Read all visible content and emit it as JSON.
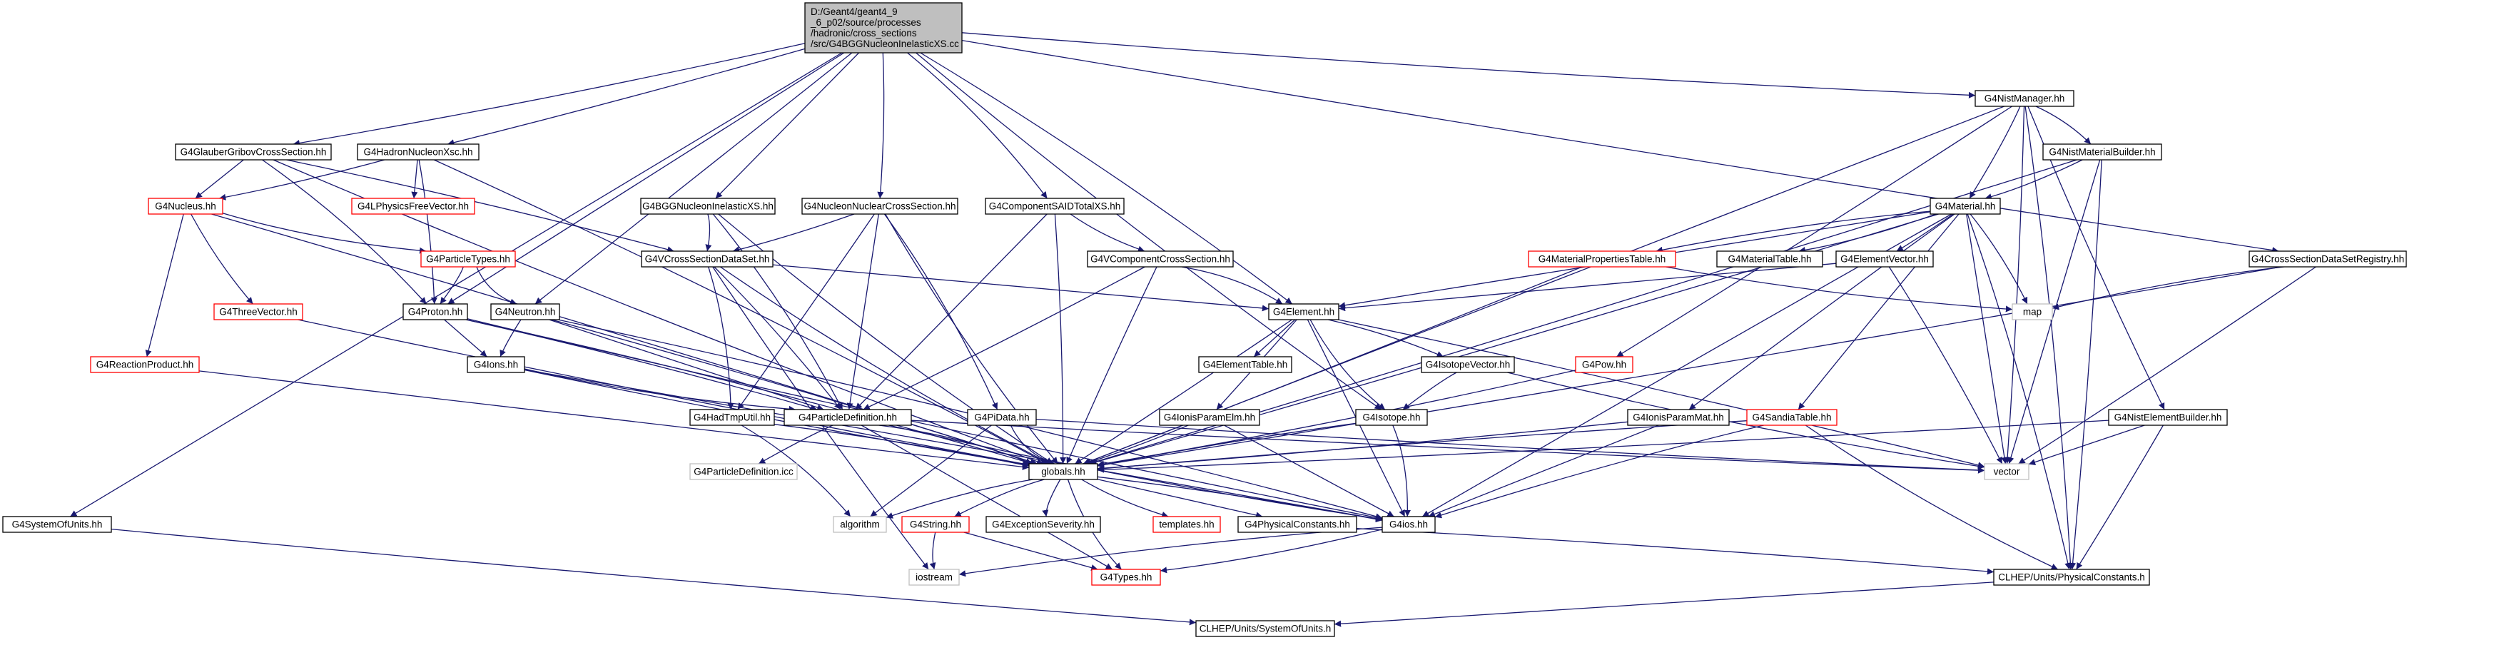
{
  "graph": {
    "colors": {
      "edge": "#191970",
      "root_fill": "#bfbfbf",
      "root_border": "#000000",
      "documented_border": "#000000",
      "undocumented_border": "#ff0000",
      "system_border": "#bfbfbf",
      "fill": "#ffffff"
    },
    "nodes": [
      {
        "id": "root",
        "lines": [
          "D:/Geant4/geant4_9",
          "_6_p02/source/processes",
          "/hadronic/cross_sections",
          "/src/G4BGGNucleonInelasticXS.cc"
        ],
        "kind": "root"
      },
      {
        "id": "glauber",
        "lines": [
          "G4GlauberGribovCrossSection.hh"
        ],
        "kind": "documented"
      },
      {
        "id": "hadxsc",
        "lines": [
          "G4HadronNucleonXsc.hh"
        ],
        "kind": "documented"
      },
      {
        "id": "bggh",
        "lines": [
          "G4BGGNucleonInelasticXS.hh"
        ],
        "kind": "documented"
      },
      {
        "id": "nncs",
        "lines": [
          "G4NucleonNuclearCrossSection.hh"
        ],
        "kind": "documented"
      },
      {
        "id": "compsai",
        "lines": [
          "G4ComponentSAIDTotalXS.hh"
        ],
        "kind": "documented"
      },
      {
        "id": "nistmgr",
        "lines": [
          "G4NistManager.hh"
        ],
        "kind": "documented"
      },
      {
        "id": "nistmatb",
        "lines": [
          "G4NistMaterialBuilder.hh"
        ],
        "kind": "documented"
      },
      {
        "id": "nucleus",
        "lines": [
          "G4Nucleus.hh"
        ],
        "kind": "undocumented"
      },
      {
        "id": "lpfv",
        "lines": [
          "G4LPhysicsFreeVector.hh"
        ],
        "kind": "undocumented"
      },
      {
        "id": "vcsds",
        "lines": [
          "G4VCrossSectionDataSet.hh"
        ],
        "kind": "documented"
      },
      {
        "id": "material",
        "lines": [
          "G4Material.hh"
        ],
        "kind": "documented"
      },
      {
        "id": "parttypes",
        "lines": [
          "G4ParticleTypes.hh"
        ],
        "kind": "undocumented"
      },
      {
        "id": "vcompcs",
        "lines": [
          "G4VComponentCrossSection.hh"
        ],
        "kind": "documented"
      },
      {
        "id": "matprop",
        "lines": [
          "G4MaterialPropertiesTable.hh"
        ],
        "kind": "undocumented"
      },
      {
        "id": "mattable",
        "lines": [
          "G4MaterialTable.hh"
        ],
        "kind": "documented"
      },
      {
        "id": "elemvec",
        "lines": [
          "G4ElementVector.hh"
        ],
        "kind": "documented"
      },
      {
        "id": "csdsreg",
        "lines": [
          "G4CrossSectionDataSetRegistry.hh"
        ],
        "kind": "documented"
      },
      {
        "id": "threevec",
        "lines": [
          "G4ThreeVector.hh"
        ],
        "kind": "undocumented"
      },
      {
        "id": "proton",
        "lines": [
          "G4Proton.hh"
        ],
        "kind": "documented"
      },
      {
        "id": "neutron",
        "lines": [
          "G4Neutron.hh"
        ],
        "kind": "documented"
      },
      {
        "id": "element",
        "lines": [
          "G4Element.hh"
        ],
        "kind": "documented"
      },
      {
        "id": "map",
        "lines": [
          "map"
        ],
        "kind": "system"
      },
      {
        "id": "reactprod",
        "lines": [
          "G4ReactionProduct.hh"
        ],
        "kind": "undocumented"
      },
      {
        "id": "elemtable",
        "lines": [
          "G4ElementTable.hh"
        ],
        "kind": "documented"
      },
      {
        "id": "isovec",
        "lines": [
          "G4IsotopeVector.hh"
        ],
        "kind": "documented"
      },
      {
        "id": "pow",
        "lines": [
          "G4Pow.hh"
        ],
        "kind": "undocumented"
      },
      {
        "id": "ions",
        "lines": [
          "G4Ions.hh"
        ],
        "kind": "documented"
      },
      {
        "id": "hadtmp",
        "lines": [
          "G4HadTmpUtil.hh"
        ],
        "kind": "documented"
      },
      {
        "id": "partdef",
        "lines": [
          "G4ParticleDefinition.hh"
        ],
        "kind": "documented"
      },
      {
        "id": "pidata",
        "lines": [
          "G4PiData.hh"
        ],
        "kind": "documented"
      },
      {
        "id": "ionispe",
        "lines": [
          "G4IonisParamElm.hh"
        ],
        "kind": "documented"
      },
      {
        "id": "isotope",
        "lines": [
          "G4Isotope.hh"
        ],
        "kind": "documented"
      },
      {
        "id": "ionispm",
        "lines": [
          "G4IonisParamMat.hh"
        ],
        "kind": "documented"
      },
      {
        "id": "sandia",
        "lines": [
          "G4SandiaTable.hh"
        ],
        "kind": "undocumented"
      },
      {
        "id": "nistelem",
        "lines": [
          "G4NistElementBuilder.hh"
        ],
        "kind": "documented"
      },
      {
        "id": "globals",
        "lines": [
          "globals.hh"
        ],
        "kind": "documented"
      },
      {
        "id": "vector",
        "lines": [
          "vector"
        ],
        "kind": "system"
      },
      {
        "id": "partdeficc",
        "lines": [
          "G4ParticleDefinition.icc"
        ],
        "kind": "system"
      },
      {
        "id": "sysunits",
        "lines": [
          "G4SystemOfUnits.hh"
        ],
        "kind": "documented"
      },
      {
        "id": "algorithm",
        "lines": [
          "algorithm"
        ],
        "kind": "system"
      },
      {
        "id": "g4string",
        "lines": [
          "G4String.hh"
        ],
        "kind": "undocumented"
      },
      {
        "id": "excsev",
        "lines": [
          "G4ExceptionSeverity.hh"
        ],
        "kind": "documented"
      },
      {
        "id": "templates",
        "lines": [
          "templates.hh"
        ],
        "kind": "undocumented"
      },
      {
        "id": "physconst",
        "lines": [
          "G4PhysicalConstants.hh"
        ],
        "kind": "documented"
      },
      {
        "id": "g4ios",
        "lines": [
          "G4ios.hh"
        ],
        "kind": "documented"
      },
      {
        "id": "iostream",
        "lines": [
          "iostream"
        ],
        "kind": "system"
      },
      {
        "id": "g4types",
        "lines": [
          "G4Types.hh"
        ],
        "kind": "undocumented"
      },
      {
        "id": "clhepphys",
        "lines": [
          "CLHEP/Units/PhysicalConstants.h"
        ],
        "kind": "documented"
      },
      {
        "id": "clhepsys",
        "lines": [
          "CLHEP/Units/SystemOfUnits.h"
        ],
        "kind": "documented"
      }
    ],
    "edges": [
      [
        "root",
        "glauber"
      ],
      [
        "root",
        "hadxsc"
      ],
      [
        "root",
        "bggh"
      ],
      [
        "root",
        "nncs"
      ],
      [
        "root",
        "compsai"
      ],
      [
        "root",
        "nistmgr"
      ],
      [
        "root",
        "csdsreg"
      ],
      [
        "root",
        "proton"
      ],
      [
        "root",
        "neutron"
      ],
      [
        "root",
        "element"
      ],
      [
        "root",
        "isotope"
      ],
      [
        "root",
        "sysunits"
      ],
      [
        "glauber",
        "nucleus"
      ],
      [
        "glauber",
        "vcsds"
      ],
      [
        "glauber",
        "proton"
      ],
      [
        "glauber",
        "globals"
      ],
      [
        "hadxsc",
        "nucleus"
      ],
      [
        "hadxsc",
        "lpfv"
      ],
      [
        "hadxsc",
        "proton"
      ],
      [
        "hadxsc",
        "globals"
      ],
      [
        "nucleus",
        "parttypes"
      ],
      [
        "nucleus",
        "threevec"
      ],
      [
        "nucleus",
        "reactprod"
      ],
      [
        "nucleus",
        "globals"
      ],
      [
        "parttypes",
        "proton"
      ],
      [
        "parttypes",
        "neutron"
      ],
      [
        "threevec",
        "globals"
      ],
      [
        "reactprod",
        "globals"
      ],
      [
        "bggh",
        "vcsds"
      ],
      [
        "bggh",
        "partdef"
      ],
      [
        "bggh",
        "globals"
      ],
      [
        "nncs",
        "vcsds"
      ],
      [
        "nncs",
        "partdef"
      ],
      [
        "nncs",
        "hadtmp"
      ],
      [
        "nncs",
        "pidata"
      ],
      [
        "nncs",
        "globals"
      ],
      [
        "compsai",
        "vcompcs"
      ],
      [
        "compsai",
        "partdef"
      ],
      [
        "compsai",
        "globals"
      ],
      [
        "vcompcs",
        "element"
      ],
      [
        "vcompcs",
        "partdef"
      ],
      [
        "vcompcs",
        "globals"
      ],
      [
        "vcsds",
        "element"
      ],
      [
        "vcsds",
        "partdef"
      ],
      [
        "vcsds",
        "hadtmp"
      ],
      [
        "vcsds",
        "globals"
      ],
      [
        "vcsds",
        "iostream"
      ],
      [
        "proton",
        "ions"
      ],
      [
        "proton",
        "partdef"
      ],
      [
        "proton",
        "globals"
      ],
      [
        "proton",
        "g4ios"
      ],
      [
        "neutron",
        "ions"
      ],
      [
        "neutron",
        "partdef"
      ],
      [
        "neutron",
        "globals"
      ],
      [
        "neutron",
        "g4ios"
      ],
      [
        "ions",
        "partdef"
      ],
      [
        "ions",
        "globals"
      ],
      [
        "ions",
        "g4ios"
      ],
      [
        "partdef",
        "partdeficc"
      ],
      [
        "partdef",
        "globals"
      ],
      [
        "partdef",
        "g4ios"
      ],
      [
        "partdef",
        "vector"
      ],
      [
        "partdef",
        "g4types"
      ],
      [
        "hadtmp",
        "globals"
      ],
      [
        "hadtmp",
        "algorithm"
      ],
      [
        "pidata",
        "globals"
      ],
      [
        "pidata",
        "vector"
      ],
      [
        "pidata",
        "algorithm"
      ],
      [
        "nistmgr",
        "nistmatb"
      ],
      [
        "nistmgr",
        "material"
      ],
      [
        "nistmgr",
        "pow"
      ],
      [
        "nistmgr",
        "nistelem"
      ],
      [
        "nistmgr",
        "globals"
      ],
      [
        "nistmgr",
        "vector"
      ],
      [
        "nistmgr",
        "clhepphys"
      ],
      [
        "nistmatb",
        "material"
      ],
      [
        "nistmatb",
        "globals"
      ],
      [
        "nistmatb",
        "vector"
      ],
      [
        "nistmatb",
        "clhepphys"
      ],
      [
        "material",
        "matprop"
      ],
      [
        "material",
        "mattable"
      ],
      [
        "material",
        "elemvec"
      ],
      [
        "material",
        "element"
      ],
      [
        "material",
        "map"
      ],
      [
        "material",
        "ionispm"
      ],
      [
        "material",
        "sandia"
      ],
      [
        "material",
        "globals"
      ],
      [
        "material",
        "vector"
      ],
      [
        "material",
        "g4ios"
      ],
      [
        "material",
        "clhepphys"
      ],
      [
        "matprop",
        "map"
      ],
      [
        "matprop",
        "globals"
      ],
      [
        "elemvec",
        "element"
      ],
      [
        "elemvec",
        "vector"
      ],
      [
        "csdsreg",
        "map"
      ],
      [
        "csdsreg",
        "vector"
      ],
      [
        "csdsreg",
        "globals"
      ],
      [
        "element",
        "elemtable"
      ],
      [
        "element",
        "isovec"
      ],
      [
        "element",
        "ionispe"
      ],
      [
        "element",
        "isotope"
      ],
      [
        "element",
        "globals"
      ],
      [
        "element",
        "g4ios"
      ],
      [
        "element",
        "vector"
      ],
      [
        "isovec",
        "isotope"
      ],
      [
        "isovec",
        "vector"
      ],
      [
        "ionispe",
        "globals"
      ],
      [
        "ionispe",
        "g4ios"
      ],
      [
        "isotope",
        "globals"
      ],
      [
        "isotope",
        "g4ios"
      ],
      [
        "pow",
        "globals"
      ],
      [
        "ionispm",
        "globals"
      ],
      [
        "ionispm",
        "g4ios"
      ],
      [
        "sandia",
        "globals"
      ],
      [
        "sandia",
        "g4ios"
      ],
      [
        "sandia",
        "clhepphys"
      ],
      [
        "nistelem",
        "globals"
      ],
      [
        "nistelem",
        "vector"
      ],
      [
        "nistelem",
        "clhepphys"
      ],
      [
        "globals",
        "g4string"
      ],
      [
        "globals",
        "excsev"
      ],
      [
        "globals",
        "templates"
      ],
      [
        "globals",
        "physconst"
      ],
      [
        "globals",
        "g4ios"
      ],
      [
        "globals",
        "algorithm"
      ],
      [
        "globals",
        "g4types"
      ],
      [
        "g4string",
        "iostream"
      ],
      [
        "g4string",
        "g4types"
      ],
      [
        "physconst",
        "clhepphys"
      ],
      [
        "g4ios",
        "iostream"
      ],
      [
        "g4ios",
        "g4types"
      ],
      [
        "sysunits",
        "clhepsys"
      ],
      [
        "clhepphys",
        "clhepsys"
      ]
    ]
  }
}
